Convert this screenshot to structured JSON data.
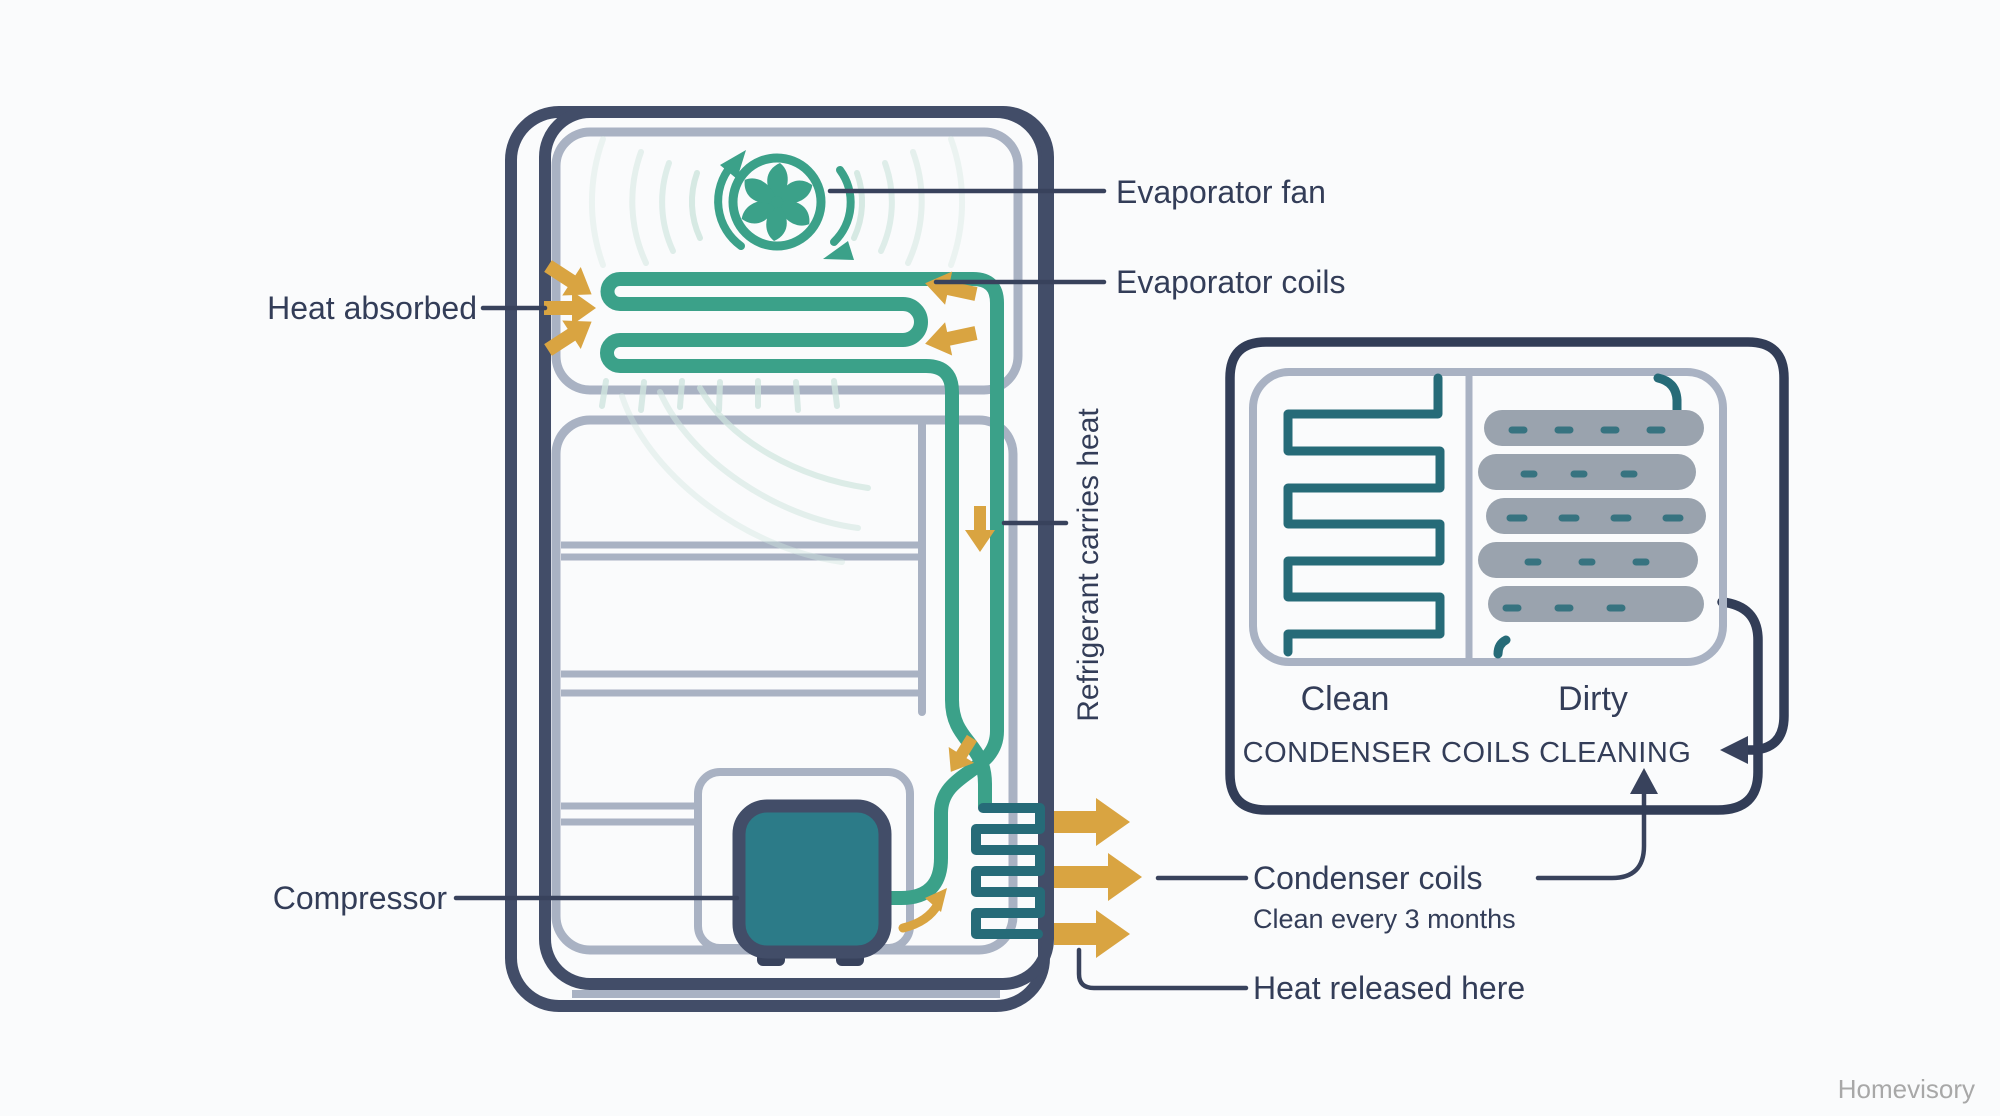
{
  "watermark": "Homevisory",
  "colors": {
    "bg": "#fafbfc",
    "navy": "#424d68",
    "leader": "#38425c",
    "navy_text": "#333d58",
    "gray": "#a9b2c3",
    "green": "#3ba189",
    "teal_dark": "#266b78",
    "gold": "#d9a441",
    "light_teal": "#cfe5de",
    "compressor": "#2c7b88",
    "dirty": "#9aa3ae",
    "inset_border": "#323d57",
    "watermark": "#a8a8a8"
  },
  "labels": {
    "evaporator_fan": "Evaporator fan",
    "evaporator_coils": "Evaporator coils",
    "heat_absorbed": "Heat absorbed",
    "refrigerant_carries_heat": "Refrigerant carries heat",
    "compressor": "Compressor",
    "condenser_coils": "Condenser coils",
    "condenser_note": "Clean every 3 months",
    "heat_released": "Heat released here"
  },
  "inset": {
    "clean_label": "Clean",
    "dirty_label": "Dirty",
    "caption": "CONDENSER COILS CLEANING"
  }
}
